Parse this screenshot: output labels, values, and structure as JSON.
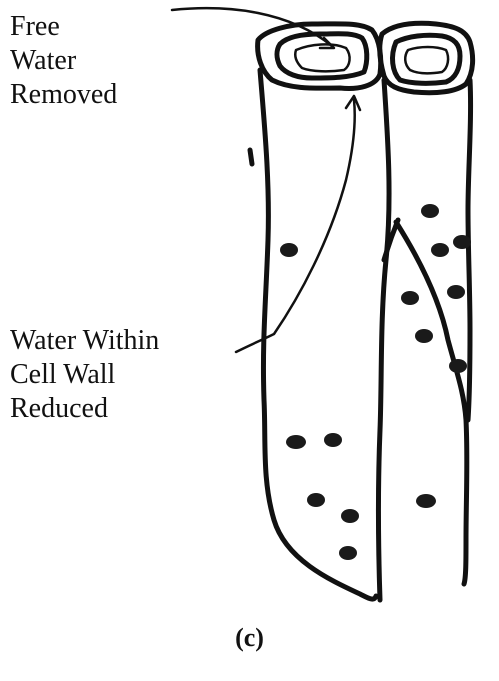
{
  "labels": {
    "free_water": [
      "Free",
      "Water",
      "Removed"
    ],
    "cell_wall": [
      "Water Within",
      "Cell Wall",
      "Reduced"
    ]
  },
  "caption": "(c)"
}
